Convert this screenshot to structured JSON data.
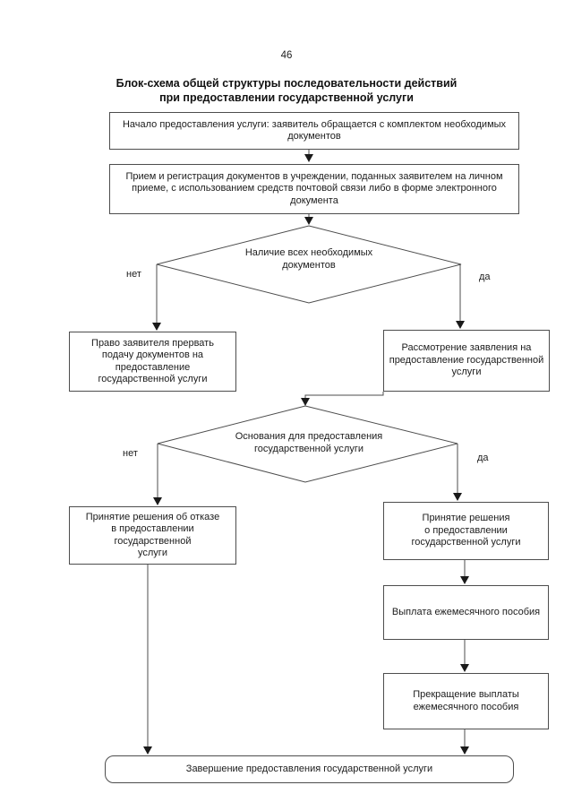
{
  "page": {
    "number": "46",
    "title_line1": "Блок-схема общей структуры последовательности действий",
    "title_line2": "при предоставлении государственной услуги"
  },
  "flowchart": {
    "start": "Начало предоставления услуги: заявитель обращается с комплектом необходимых\nдокументов",
    "receive": "Прием и регистрация документов в учреждении, поданных заявителем на личном\nприеме, с использованием средств почтовой связи либо в форме электронного\nдокумента",
    "decision_documents": {
      "text": "Наличие всех необходимых\nдокументов",
      "no_label": "нет",
      "yes_label": "да"
    },
    "right_to_interrupt": "Право заявителя прервать\nподачу документов на\nпредоставление\nгосударственной услуги",
    "review": "Рассмотрение заявления на\nпредоставление государственной\nуслуги",
    "decision_grounds": {
      "text": "Основания для предоставления\nгосударственной услуги",
      "no_label": "нет",
      "yes_label": "да"
    },
    "refusal": "Принятие решения об отказе\nв предоставлении\nгосударственной\nуслуги",
    "approval": "Принятие решения\nо предоставлении\nгосударственной услуги",
    "payment": "Выплата ежемесячного пособия",
    "termination": "Прекращение выплаты\nежемесячного пособия",
    "end": "Завершение предоставления государственной услуги"
  },
  "colors": {
    "line": "#4d4d4d",
    "arrow": "#1a1a1a",
    "text": "#1c1c1c",
    "background": "#ffffff"
  }
}
